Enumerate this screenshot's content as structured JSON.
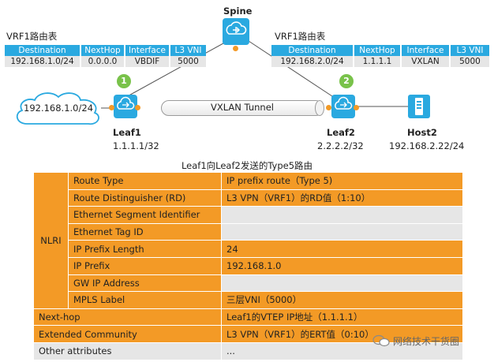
{
  "spine": {
    "label": "Spine"
  },
  "left_table": {
    "title": "VRF1路由表",
    "headers": [
      "Destination",
      "NextHop",
      "Interface",
      "L3 VNI"
    ],
    "row": [
      "192.168.1.0/24",
      "0.0.0.0",
      "VBDIF",
      "5000"
    ]
  },
  "right_table": {
    "title": "VRF1路由表",
    "headers": [
      "Destination",
      "NextHop",
      "Interface",
      "L3 VNI"
    ],
    "row": [
      "192.168.2.0/24",
      "1.1.1.1",
      "VXLAN",
      "5000"
    ]
  },
  "cloud": {
    "label": "192.168.1.0/24"
  },
  "leaf1": {
    "name": "Leaf1",
    "ip": "1.1.1.1/32",
    "badge": "1"
  },
  "leaf2": {
    "name": "Leaf2",
    "ip": "2.2.2.2/32",
    "badge": "2"
  },
  "host2": {
    "name": "Host2",
    "ip": "192.168.2.22/24"
  },
  "tunnel": {
    "label": "VXLAN Tunnel"
  },
  "route_caption": "Leaf1向Leaf2发送的Type5路由",
  "route_table": {
    "nlri_label": "NLRI",
    "nlri_rows": [
      {
        "field": "Route Type",
        "value": "IP prefix route（Type 5)"
      },
      {
        "field": "Route Distinguisher (RD)",
        "value": "L3 VPN（VRF1）的RD值（1:10）"
      },
      {
        "field": "Ethernet Segment Identifier",
        "value": ""
      },
      {
        "field": "Ethernet Tag ID",
        "value": ""
      },
      {
        "field": "IP Prefix Length",
        "value": "24"
      },
      {
        "field": "IP Prefix",
        "value": "192.168.1.0"
      },
      {
        "field": "GW IP Address",
        "value": ""
      },
      {
        "field": "MPLS Label",
        "value": "三层VNI（5000）"
      }
    ],
    "other_rows": [
      {
        "field": "Next-hop",
        "value": "Leaf1的VTEP IP地址（1.1.1.1）"
      },
      {
        "field": "Extended Community",
        "value": "L3 VPN（VRF1）的ERT值（0:10）"
      },
      {
        "field": "Other attributes",
        "value": "..."
      }
    ]
  },
  "watermark": "网络技术干货圈",
  "colors": {
    "accent_blue": "#2aa9e0",
    "orange": "#f39a26",
    "grey": "#e6e6e6",
    "badge_green": "#79c24a"
  }
}
